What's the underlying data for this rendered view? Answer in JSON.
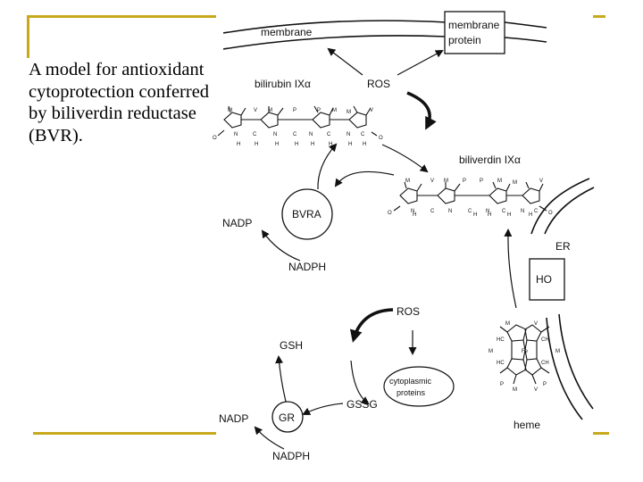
{
  "caption": "A model for antioxidant cytoprotection conferred by biliverdin reductase (BVR).",
  "colors": {
    "accent": "#c8a91e",
    "ink": "#111111"
  },
  "diagram": {
    "membrane": "membrane",
    "membrane_protein": [
      "membrane",
      "protein"
    ],
    "ros_top": "ROS",
    "bilirubin": "bilirubin IXα",
    "biliverdin": "biliverdin IXα",
    "bvra": "BVRA",
    "nadp_bvra": "NADP",
    "nadph_bvra": "NADPH",
    "er": "ER",
    "ho": "HO",
    "ros_mid": "ROS",
    "gsh": "GSH",
    "gssg": "GSSG",
    "cyto": [
      "cytoplasmic",
      "proteins"
    ],
    "gr": "GR",
    "nadp_gr": "NADP",
    "nadph_gr": "NADPH",
    "heme": "heme"
  }
}
